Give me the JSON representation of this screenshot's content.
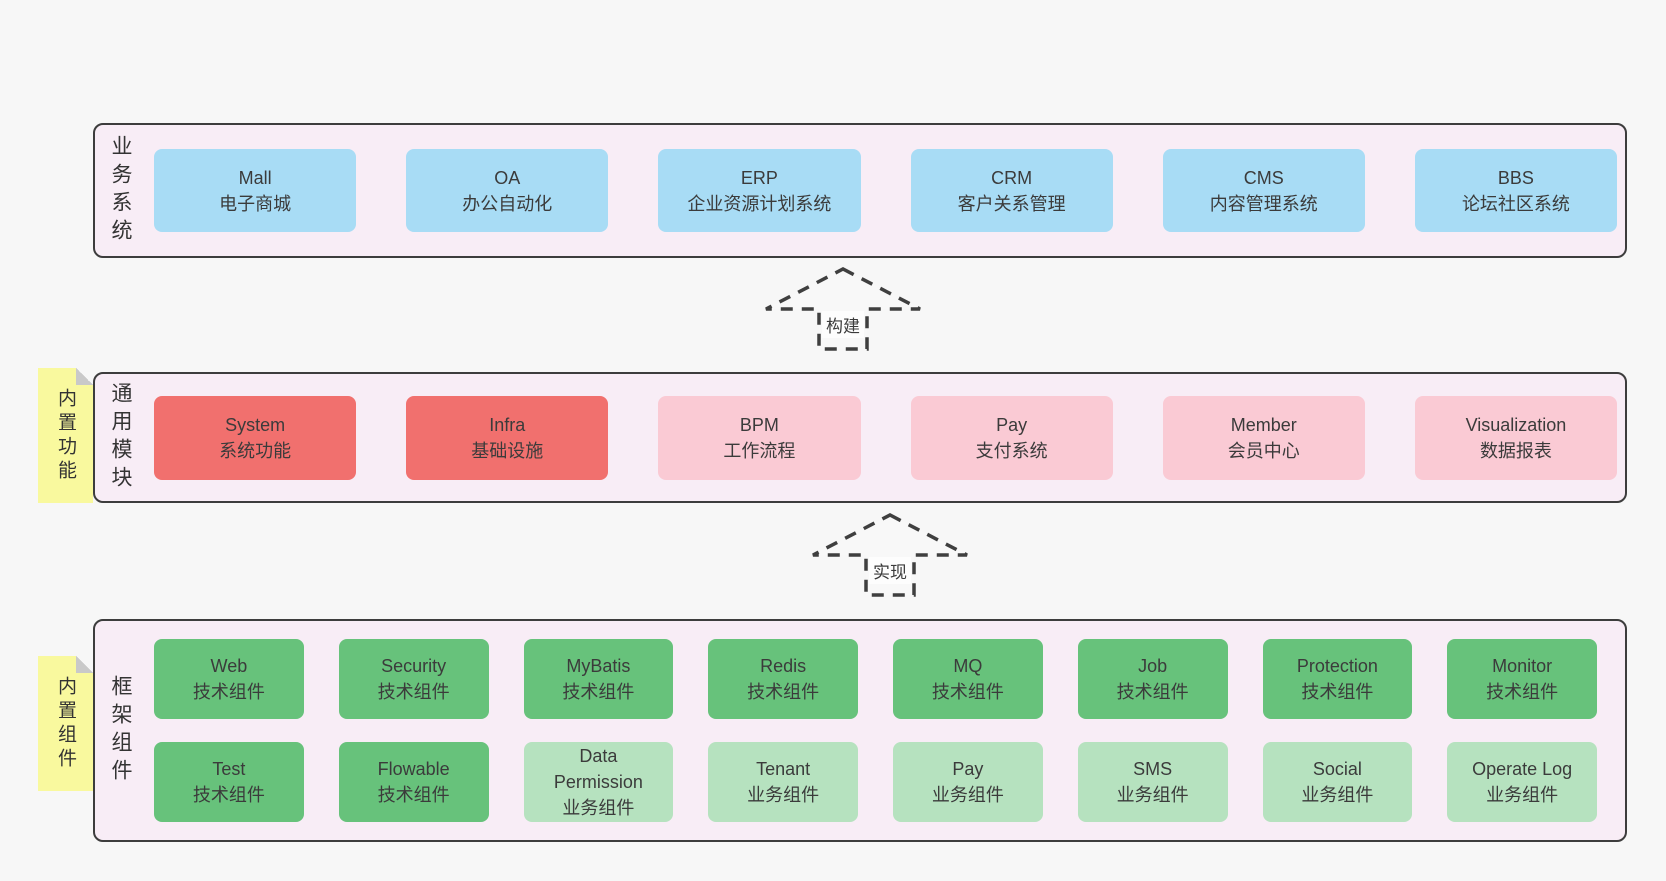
{
  "palette": {
    "page_bg": "#f7f7f7",
    "section_bg": "#f8edf6",
    "border": "#3d3d3d",
    "blue": "#a8dcf5",
    "red": "#f1706e",
    "pink": "#facad4",
    "green": "#67c27b",
    "light_green": "#b6e2bf",
    "sticky_yellow": "#f9f99e",
    "text": "#3b3b3b"
  },
  "sections": {
    "business": {
      "label": "业务系统",
      "boxes": [
        {
          "en": "Mall",
          "zh": "电子商城"
        },
        {
          "en": "OA",
          "zh": "办公自动化"
        },
        {
          "en": "ERP",
          "zh": "企业资源计划系统"
        },
        {
          "en": "CRM",
          "zh": "客户关系管理"
        },
        {
          "en": "CMS",
          "zh": "内容管理系统"
        },
        {
          "en": "BBS",
          "zh": "论坛社区系统"
        }
      ]
    },
    "modules": {
      "label": "通用模块",
      "sticky": "内置功能",
      "boxes": [
        {
          "en": "System",
          "zh": "系统功能"
        },
        {
          "en": "Infra",
          "zh": "基础设施"
        },
        {
          "en": "BPM",
          "zh": "工作流程"
        },
        {
          "en": "Pay",
          "zh": "支付系统"
        },
        {
          "en": "Member",
          "zh": "会员中心"
        },
        {
          "en": "Visualization",
          "zh": "数据报表"
        }
      ]
    },
    "framework": {
      "label": "框架组件",
      "sticky": "内置组件",
      "row1": [
        {
          "en": "Web",
          "zh": "技术组件"
        },
        {
          "en": "Security",
          "zh": "技术组件"
        },
        {
          "en": "MyBatis",
          "zh": "技术组件"
        },
        {
          "en": "Redis",
          "zh": "技术组件"
        },
        {
          "en": "MQ",
          "zh": "技术组件"
        },
        {
          "en": "Job",
          "zh": "技术组件"
        },
        {
          "en": "Protection",
          "zh": "技术组件"
        },
        {
          "en": "Monitor",
          "zh": "技术组件"
        }
      ],
      "row2": [
        {
          "en": "Test",
          "zh": "技术组件"
        },
        {
          "en": "Flowable",
          "zh": "技术组件"
        },
        {
          "en": "Data\nPermission",
          "zh": "业务组件"
        },
        {
          "en": "Tenant",
          "zh": "业务组件"
        },
        {
          "en": "Pay",
          "zh": "业务组件"
        },
        {
          "en": "SMS",
          "zh": "业务组件"
        },
        {
          "en": "Social",
          "zh": "业务组件"
        },
        {
          "en": "Operate Log",
          "zh": "业务组件"
        }
      ]
    }
  },
  "arrows": {
    "build": "构建",
    "implement": "实现"
  }
}
